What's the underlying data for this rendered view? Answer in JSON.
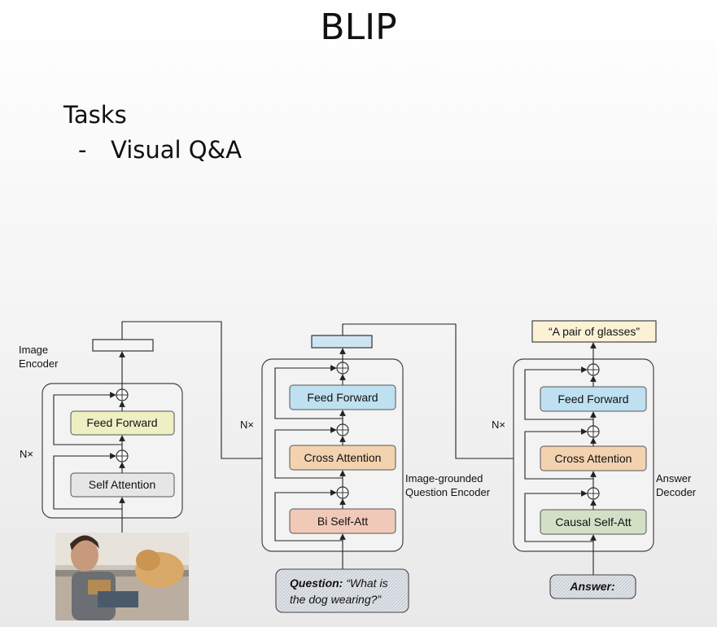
{
  "slide": {
    "title": "BLIP",
    "tasks_heading": "Tasks",
    "bullet_marker": "-",
    "bullet_text": "Visual Q&A"
  },
  "diagram": {
    "image_encoder": {
      "label_line1": "Image",
      "label_line2": "Encoder",
      "repeat": "N×",
      "feed_forward": "Feed Forward",
      "self_attention": "Self Attention"
    },
    "question_encoder": {
      "label_line1": "Image-grounded",
      "label_line2": "Question Encoder",
      "repeat": "N×",
      "feed_forward": "Feed Forward",
      "cross_attention": "Cross Attention",
      "self_att": "Bi Self-Att",
      "input_bold": "Question:",
      "input_line1": " “What is",
      "input_line2": "the dog wearing?”"
    },
    "answer_decoder": {
      "label_line1": "Answer",
      "label_line2": "Decoder",
      "repeat": "N×",
      "feed_forward": "Feed Forward",
      "cross_attention": "Cross Attention",
      "self_att": "Causal Self-Att",
      "input": "Answer:",
      "output": "“A pair of glasses”"
    },
    "colors": {
      "feed_forward_enc": "#eef0c4",
      "self_attention_enc": "#e6e6e6",
      "feed_forward": "#bfe0f0",
      "cross_attention": "#f3d2b0",
      "bi_self_att": "#f1c9b8",
      "causal_self_att": "#d2e1c6",
      "input_box": "#d7dde4",
      "output_box": "#fbf2d6"
    }
  }
}
